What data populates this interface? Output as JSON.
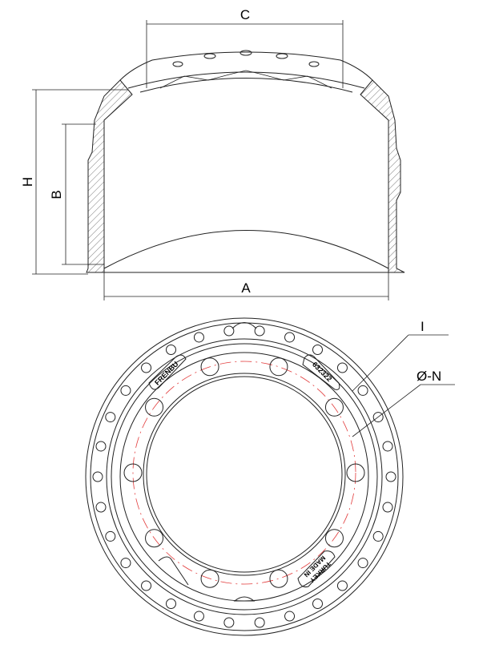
{
  "side_view": {
    "dimensions": {
      "A": "A",
      "B": "B",
      "C": "C",
      "H": "H"
    }
  },
  "front_view": {
    "labels": {
      "I": "I",
      "N": "Ø-N"
    },
    "stamps": {
      "brand": "FRENBU",
      "part_number": "632322",
      "origin_line1": "MADE IN",
      "origin_line2": "TURKEY"
    },
    "bolt_hole_count": 10,
    "outer_notch_count": 30
  },
  "colors": {
    "line": "#222222",
    "pitch_circle": "#e23a3a",
    "hatch": "#555555"
  }
}
